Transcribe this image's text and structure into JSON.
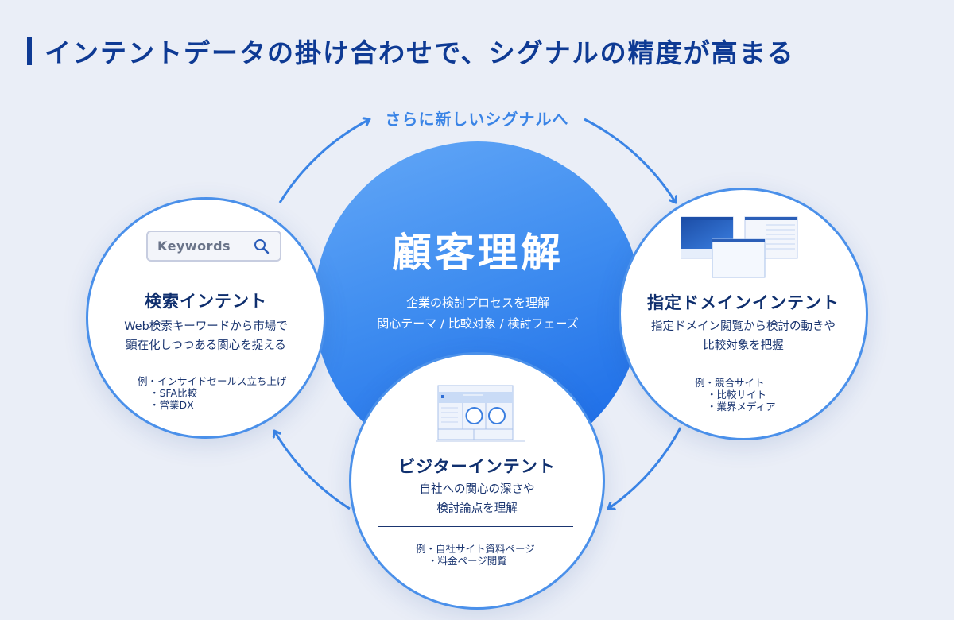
{
  "heading": "インテントデータの掛け合わせで、シグナルの精度が高まる",
  "loop_label": "さらに新しいシグナルへ",
  "core": {
    "title": "顧客理解",
    "line1": "企業の検討プロセスを理解",
    "line2": "関心テーマ / 比較対象 / 検討フェーズ"
  },
  "search_intent": {
    "search_placeholder": "Keywords",
    "icon": "search-icon",
    "title": "検索インテント",
    "desc1": "Web検索キーワードから市場で",
    "desc2": "顕在化しつつある関心を捉える",
    "examples": [
      "例・インサイドセールス立ち上げ",
      "・SFA比較",
      "・営業DX"
    ]
  },
  "domain_intent": {
    "icon": "browser-windows-icon",
    "title": "指定ドメインインテント",
    "desc1": "指定ドメイン閲覧から検討の動きや",
    "desc2": "比較対象を把握",
    "examples": [
      "例・競合サイト",
      "・比較サイト",
      "・業界メディア"
    ]
  },
  "visitor_intent": {
    "icon": "dashboard-icon",
    "title": "ビジターインテント",
    "desc1": "自社への関心の深さや",
    "desc2": "検討論点を理解",
    "examples": [
      "例・自社サイト資料ページ",
      "・料金ページ閲覧"
    ]
  },
  "colors": {
    "accent": "#3a84e6",
    "navy": "#0e3a94",
    "core_dark": "#1667e6",
    "background": "#eaeef7"
  }
}
